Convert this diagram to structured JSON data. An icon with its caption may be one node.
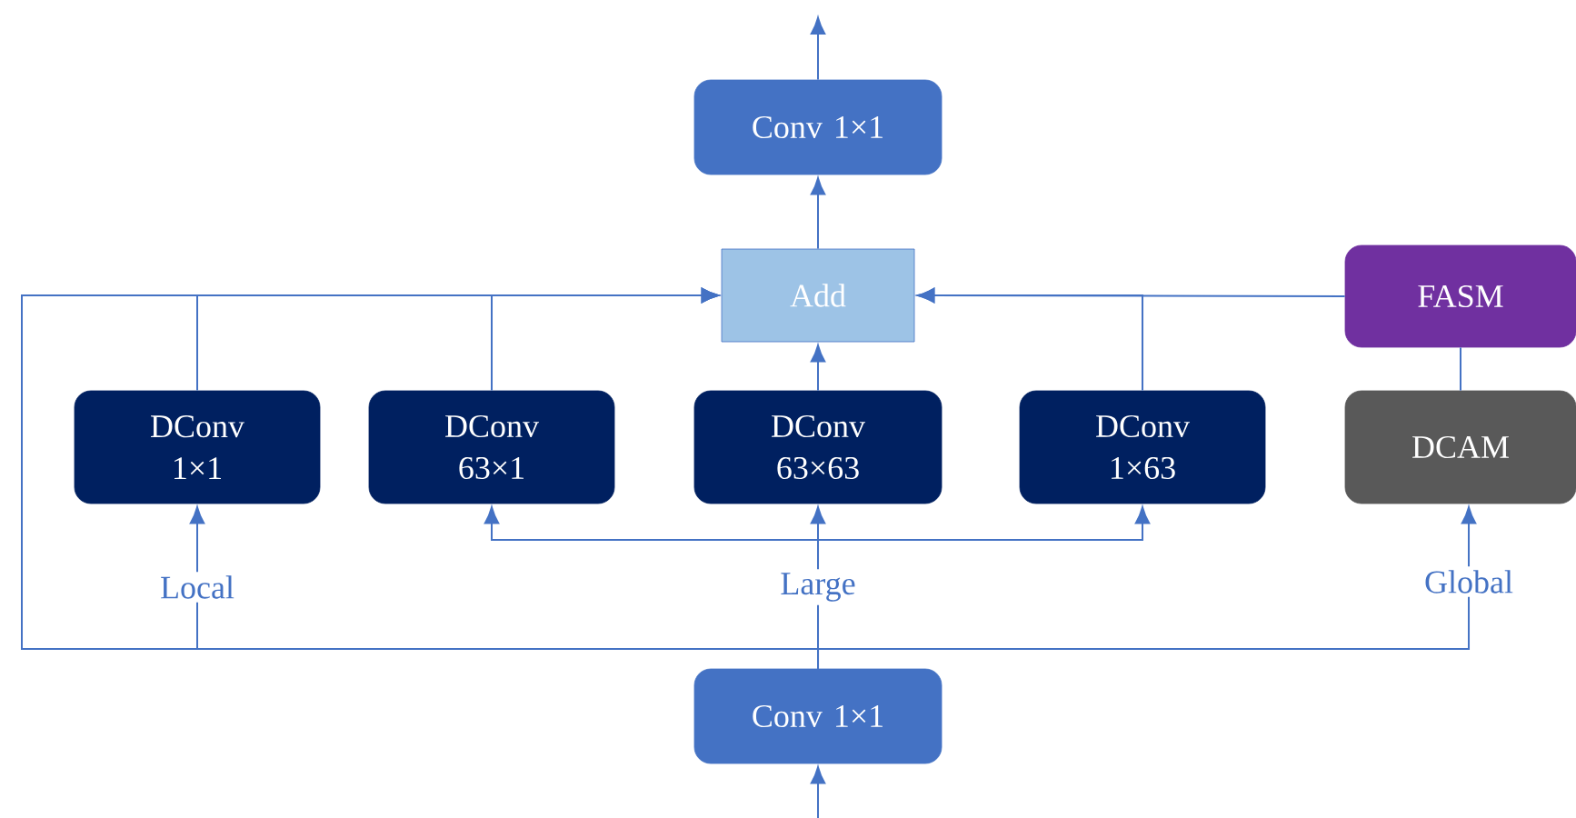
{
  "diagram": {
    "nodes": [
      {
        "text": [
          "Conv 1×1"
        ]
      },
      {
        "text": [
          "Add"
        ]
      },
      {
        "text": [
          "FASM"
        ]
      },
      {
        "text": [
          "DConv 1×1"
        ]
      },
      {
        "text": [
          "DConv 63×1"
        ]
      },
      {
        "text": [
          "DConv 63×63"
        ]
      },
      {
        "text": [
          "DConv 1×63"
        ]
      },
      {
        "text": [
          "DCAM"
        ]
      },
      {
        "text": [
          "Conv 1×1"
        ]
      }
    ],
    "edges": [
      {
        "from": 0,
        "to": null,
        "arrow": "to"
      },
      {
        "from": 1,
        "to": 0,
        "arrow": "to"
      },
      {
        "from": 3,
        "to": 1,
        "arrow": "to"
      },
      {
        "from": 4,
        "to": 1,
        "arrow": "to"
      },
      {
        "from": 8,
        "to": 1,
        "arrow": "to"
      },
      {
        "from": 5,
        "to": 1,
        "arrow": "to"
      },
      {
        "from": 6,
        "to": 1,
        "arrow": "to"
      },
      {
        "from": 2,
        "to": 1,
        "arrow": "to"
      },
      {
        "from": 7,
        "to": 2,
        "arrow": "none"
      },
      {
        "from": 8,
        "to": 3,
        "arrow": "to",
        "label": "Local"
      },
      {
        "from": 8,
        "to": 4,
        "arrow": "to"
      },
      {
        "from": 8,
        "to": 5,
        "arrow": "to",
        "label": "Large"
      },
      {
        "from": 8,
        "to": 6,
        "arrow": "to"
      },
      {
        "from": 8,
        "to": 7,
        "arrow": "to",
        "label": "Global"
      },
      {
        "from": null,
        "to": 8,
        "arrow": "to"
      }
    ]
  }
}
